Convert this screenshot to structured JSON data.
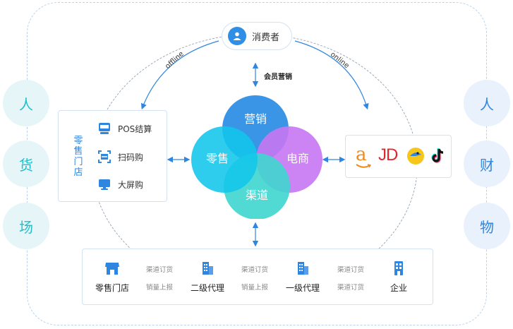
{
  "left_circles": [
    "人",
    "货",
    "场"
  ],
  "right_circles": [
    "人",
    "财",
    "物"
  ],
  "consumer": {
    "label": "消费者",
    "icon": "user-icon"
  },
  "edges": {
    "offline": "offline",
    "online": "online",
    "member": "会员营销"
  },
  "venn": {
    "marketing": "营销",
    "retail": "零售",
    "ecommerce": "电商",
    "channel": "渠道"
  },
  "store": {
    "title": "零售门店",
    "items": [
      {
        "label": "POS结算",
        "icon": "pos-icon"
      },
      {
        "label": "扫码购",
        "icon": "scan-icon"
      },
      {
        "label": "大屏购",
        "icon": "screen-icon"
      }
    ]
  },
  "ecommerce_logos": [
    "a",
    "JD",
    "meituan-logo",
    "douyin-logo"
  ],
  "chain": {
    "nodes": [
      {
        "label": "零售门店",
        "icon": "shop-icon"
      },
      {
        "label": "二级代理",
        "icon": "building-icon"
      },
      {
        "label": "一级代理",
        "icon": "building-icon"
      },
      {
        "label": "企业",
        "icon": "office-icon"
      }
    ],
    "links": [
      {
        "top": "渠道订货",
        "bottom": "销量上报"
      },
      {
        "top": "渠道订货",
        "bottom": "销量上报"
      },
      {
        "top": "渠道订货",
        "bottom": "渠道订货"
      }
    ]
  },
  "colors": {
    "marketing": "#2f8fe6",
    "retail": "#12c6ea",
    "ecommerce": "#c776f2",
    "channel": "#3ed6cf",
    "accent": "#2f86e0"
  }
}
